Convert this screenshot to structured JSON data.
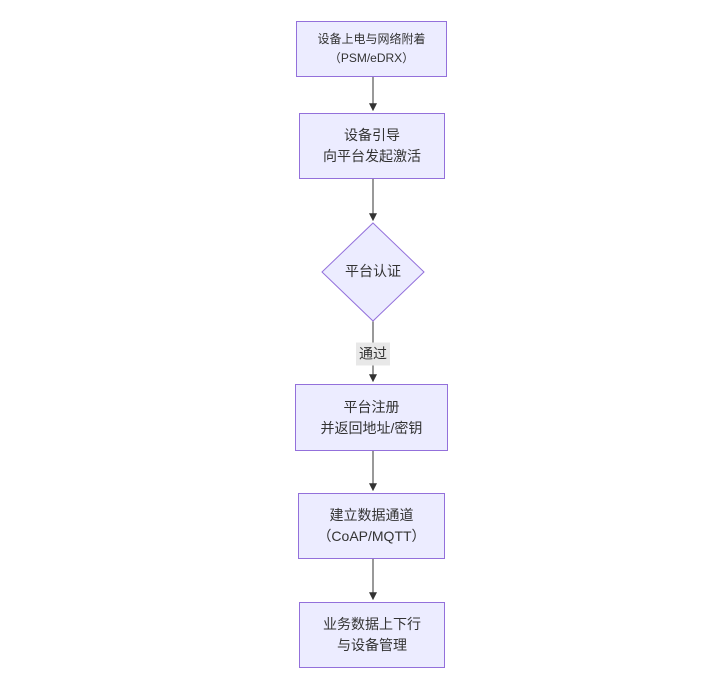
{
  "diagram": {
    "type": "flowchart",
    "direction": "top-down",
    "background": "#ffffff",
    "colors": {
      "node_fill": "#ECECFF",
      "node_border": "#9370DB",
      "edge": "#333333",
      "edge_label_bg": "#e8e8e8",
      "text": "#333333"
    },
    "nodes": [
      {
        "id": "power",
        "shape": "rect",
        "lines": [
          "设备上电与网络附着",
          "（PSM/eDRX）"
        ]
      },
      {
        "id": "boot",
        "shape": "rect",
        "lines": [
          "设备引导",
          "向平台发起激活"
        ]
      },
      {
        "id": "auth",
        "shape": "diamond",
        "lines": [
          "平台认证"
        ]
      },
      {
        "id": "register",
        "shape": "rect",
        "lines": [
          "平台注册",
          "并返回地址/密钥"
        ]
      },
      {
        "id": "channel",
        "shape": "rect",
        "lines": [
          "建立数据通道",
          "（CoAP/MQTT）"
        ]
      },
      {
        "id": "business",
        "shape": "rect",
        "lines": [
          "业务数据上下行",
          "与设备管理"
        ]
      }
    ],
    "edges": [
      {
        "from": "power",
        "to": "boot",
        "label": ""
      },
      {
        "from": "boot",
        "to": "auth",
        "label": ""
      },
      {
        "from": "auth",
        "to": "register",
        "label": "通过"
      },
      {
        "from": "register",
        "to": "channel",
        "label": ""
      },
      {
        "from": "channel",
        "to": "business",
        "label": ""
      }
    ]
  }
}
